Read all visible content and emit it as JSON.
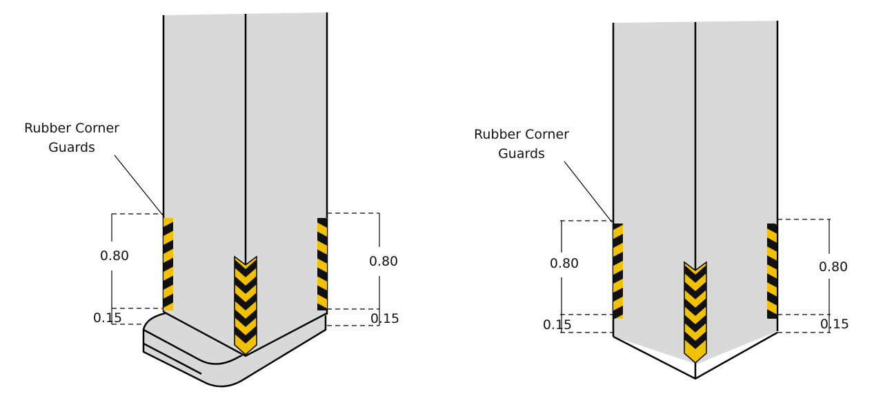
{
  "colors": {
    "column_fill": "#d9d9d9",
    "stripe_yellow": "#f2c200",
    "stripe_black": "#111111",
    "outline": "#000000"
  },
  "left_figure": {
    "callout_line1": "Rubber Corner",
    "callout_line2": "Guards",
    "dim_left_height": "0.80",
    "dim_left_base": "0.15",
    "dim_right_height": "0.80",
    "dim_right_base": "0.15"
  },
  "right_figure": {
    "callout_line1": "Rubber Corner",
    "callout_line2": "Guards",
    "dim_left_height": "0.80",
    "dim_left_base": "0.15",
    "dim_right_height": "0.80",
    "dim_right_base": "0.15"
  }
}
